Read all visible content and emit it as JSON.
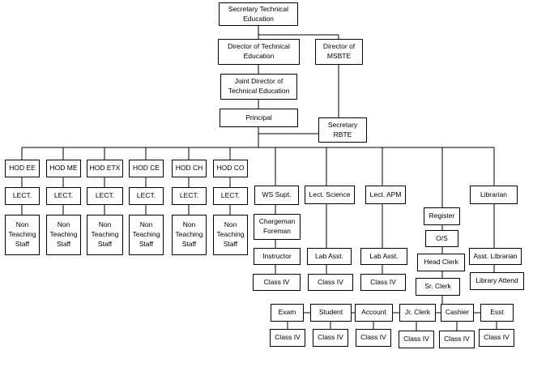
{
  "nodes": {
    "secretary_te": "Secretary Technical\nEducation",
    "director_te": "Director of Technical\nEducation",
    "director_msbte": "Director of\nMSBTE",
    "joint_director": "Joint Director of\nTechnical Education",
    "principal": "Principal",
    "secretary_rbte": "Secretary\nRBTE",
    "hod_ee": "HOD EE",
    "hod_me": "HOD ME",
    "hod_etx": "HOD ETX",
    "hod_ce": "HOD CE",
    "hod_ch": "HOD CH",
    "hod_co": "HOD CO",
    "lect_ee": "LECT.",
    "lect_me": "LECT.",
    "lect_etx": "LECT.",
    "lect_ce": "LECT.",
    "lect_ch": "LECT.",
    "lect_co": "LECT.",
    "nts_ee": "Non\nTeaching\nStaff",
    "nts_me": "Non\nTeaching\nStaff",
    "nts_etx": "Non\nTeaching\nStaff",
    "nts_ce": "Non\nTeaching\nStaff",
    "nts_ch": "Non\nTeaching\nStaff",
    "nts_co": "Non\nTeaching\nStaff",
    "ws_supt": "WS Supt.",
    "lect_science": "Lect. Science",
    "lect_apm": "Lect. APM",
    "register": "Register",
    "librarian": "Librarian",
    "chargeman": "Chargeman\nForeman",
    "os": "O/S",
    "instructor": "Instructor",
    "lab_asst_1": "Lab Asst.",
    "lab_asst_2": "Lab Asst.",
    "head_clerk": "Head Clerk",
    "asst_librarian": "Asst. Librarian",
    "class_iv_instructor": "Class IV",
    "class_iv_lab1": "Class IV",
    "class_iv_lab2": "Class IV",
    "sr_clerk": "Sr. Clerk",
    "library_attend": "Library Attend",
    "exam": "Exam",
    "student": "Student",
    "account": "Account",
    "jr_clerk": "Jr. Clerk",
    "cashier": "Cashier",
    "esst": "Esst",
    "class_iv_exam": "Class IV",
    "class_iv_student": "Class IV",
    "class_iv_account": "Class IV",
    "class_iv_jr": "Class IV",
    "class_iv_cashier": "Class IV",
    "class_iv_esst": "Class IV"
  }
}
